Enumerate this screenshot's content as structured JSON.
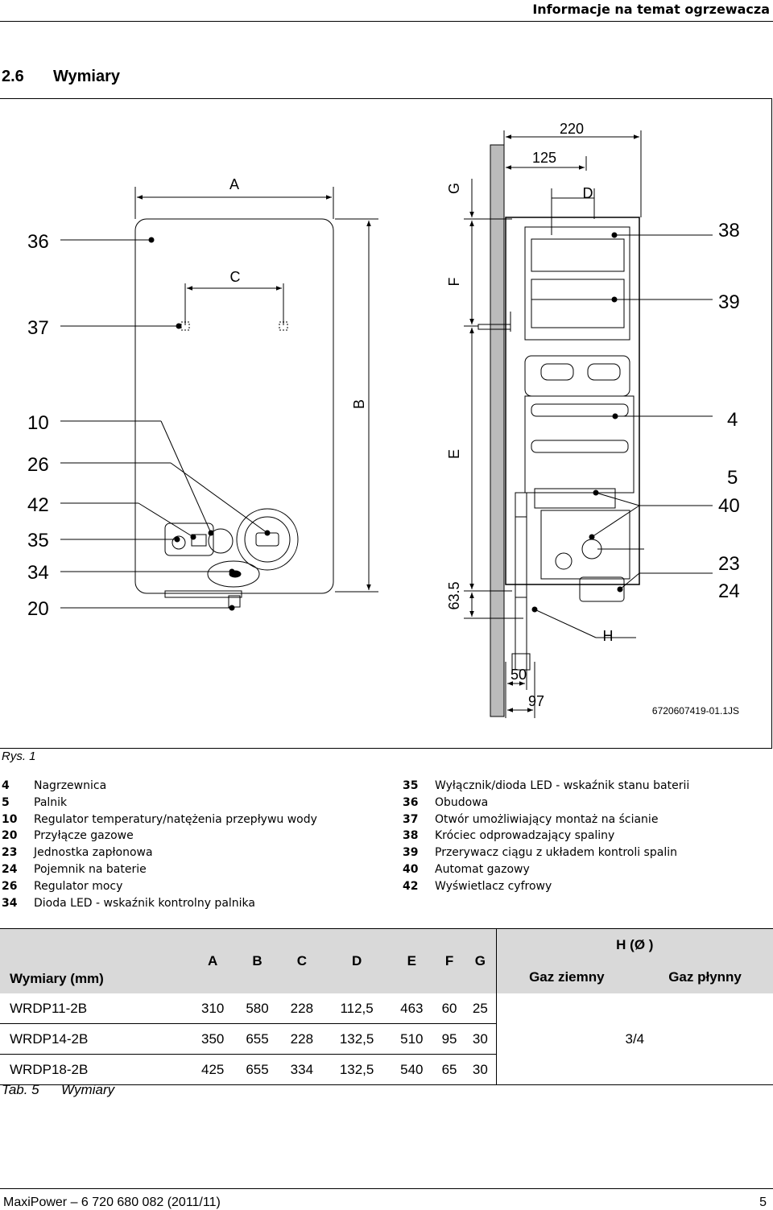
{
  "header": {
    "title": "Informacje na temat ogrzewacza"
  },
  "section": {
    "number": "2.6",
    "title": "Wymiary"
  },
  "figure": {
    "dims": {
      "d220": "220",
      "d125": "125",
      "dA": "A",
      "dC": "C",
      "dD": "D",
      "dG": "G",
      "dF": "F",
      "dB": "B",
      "dE": "E",
      "d635": "63.5",
      "dH": "H",
      "d50": "50",
      "d97": "97"
    },
    "left_labels": [
      "36",
      "37",
      "10",
      "26",
      "42",
      "35",
      "34",
      "20"
    ],
    "right_labels": [
      "38",
      "39",
      "4",
      "5",
      "40",
      "23",
      "24"
    ],
    "ref_code": "6720607419-01.1JS",
    "caption": "Rys. 1"
  },
  "legend": {
    "left": [
      {
        "n": "4",
        "t": "Nagrzewnica"
      },
      {
        "n": "5",
        "t": "Palnik"
      },
      {
        "n": "10",
        "t": "Regulator temperatury/natężenia przepływu wody"
      },
      {
        "n": "20",
        "t": "Przyłącze gazowe"
      },
      {
        "n": "23",
        "t": "Jednostka zapłonowa"
      },
      {
        "n": "24",
        "t": "Pojemnik na baterie"
      },
      {
        "n": "26",
        "t": "Regulator mocy"
      },
      {
        "n": "34",
        "t": "Dioda LED - wskaźnik kontrolny palnika"
      }
    ],
    "right": [
      {
        "n": "35",
        "t": "Wyłącznik/dioda LED - wskaźnik stanu baterii"
      },
      {
        "n": "36",
        "t": "Obudowa"
      },
      {
        "n": "37",
        "t": "Otwór umożliwiający montaż na ścianie"
      },
      {
        "n": "38",
        "t": "Króciec odprowadzający spaliny"
      },
      {
        "n": "39",
        "t": "Przerywacz ciągu z układem kontroli spalin"
      },
      {
        "n": "40",
        "t": "Automat gazowy"
      },
      {
        "n": "42",
        "t": "Wyświetlacz cyfrowy"
      }
    ]
  },
  "table": {
    "header": {
      "first": "Wymiary (mm)",
      "cols": [
        "A",
        "B",
        "C",
        "D",
        "E",
        "F",
        "G"
      ],
      "h_group": "H (Ø )",
      "h_sub": [
        "Gaz ziemny",
        "Gaz płynny"
      ]
    },
    "rows": [
      {
        "model": "WRDP11-2B",
        "vals": [
          "310",
          "580",
          "228",
          "112,5",
          "463",
          "60",
          "25"
        ]
      },
      {
        "model": "WRDP14-2B",
        "vals": [
          "350",
          "655",
          "228",
          "132,5",
          "510",
          "95",
          "30"
        ]
      },
      {
        "model": "WRDP18-2B",
        "vals": [
          "425",
          "655",
          "334",
          "132,5",
          "540",
          "65",
          "30"
        ]
      }
    ],
    "h_value": "3/4",
    "caption_num": "Tab. 5",
    "caption_text": "Wymiary"
  },
  "footer": {
    "left": "MaxiPower – 6 720 680 082 (2011/11)",
    "right": "5"
  }
}
